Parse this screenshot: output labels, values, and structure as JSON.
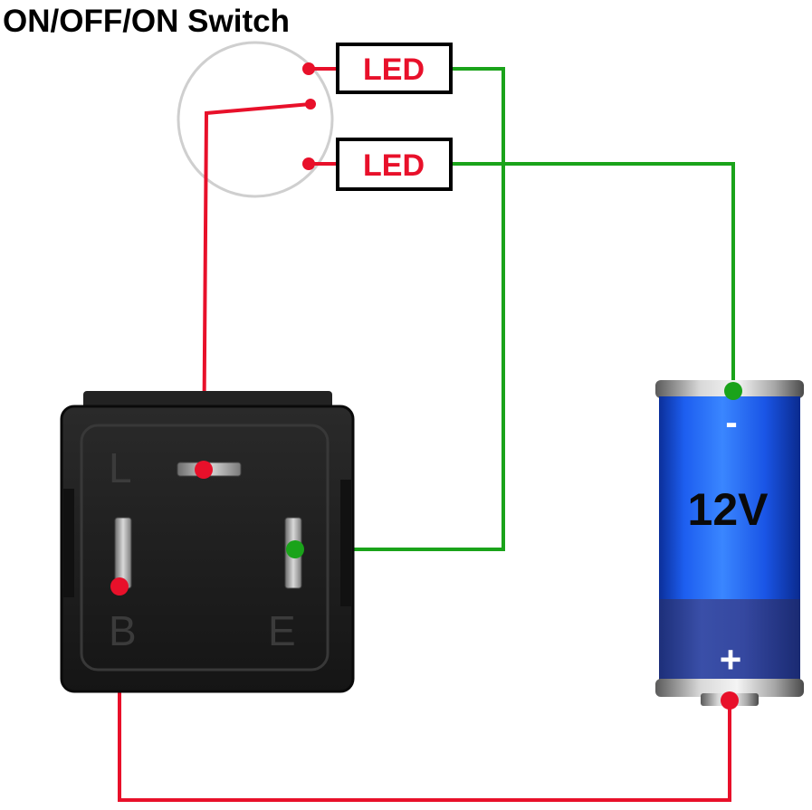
{
  "title": "ON/OFF/ON Switch",
  "led_top": {
    "label": "LED"
  },
  "led_bottom": {
    "label": "LED"
  },
  "flasher": {
    "pin_l": "L",
    "pin_b": "B",
    "pin_e": "E"
  },
  "battery": {
    "voltage": "12V",
    "neg_sign": "-",
    "pos_sign": "+"
  },
  "colors": {
    "positive_wire": "#e8102a",
    "ground_wire": "#1aa31a",
    "led_text": "#e8102a",
    "battery_blue": "#1a5ff0",
    "relay_body": "#1b1b1b"
  }
}
